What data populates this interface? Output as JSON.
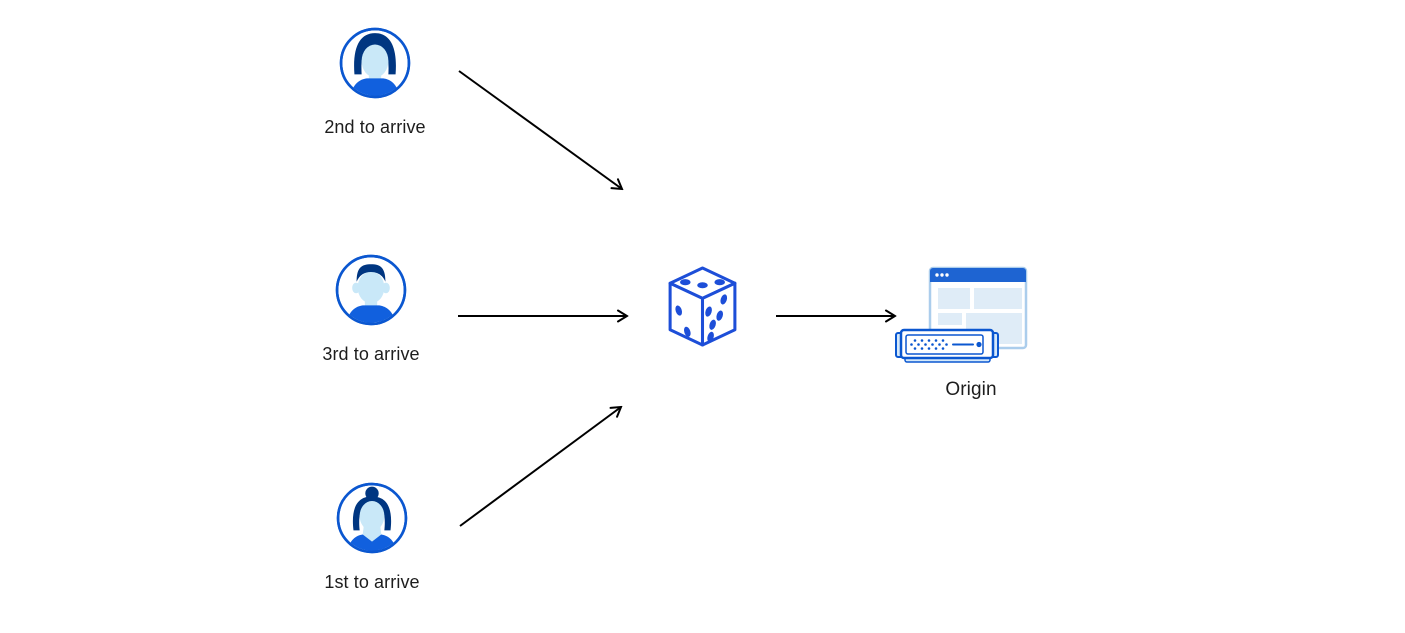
{
  "diagram": {
    "type": "flow-diagram",
    "description_of_pixels": "Three user avatars with arrival-order labels point via arrows to a dice (random selection), which points to an Origin server"
  },
  "palette": {
    "outline_blue": "#0b57d0",
    "hair_navy": "#003681",
    "face_light": "#c9e8f8",
    "shirt_blue": "#1160de",
    "dice_blue": "#1d4ed8",
    "window_header_blue": "#1e64d2",
    "window_border": "#abcdec",
    "panel_light": "#dfecf7",
    "server_light": "#d5e9fa",
    "arrow_color": "#000000",
    "text_color": "#1d1d1d"
  },
  "nodes": {
    "clients": [
      {
        "id": "client-2nd",
        "label": "2nd to arrive",
        "icon": "man-swept-hair-avatar-icon"
      },
      {
        "id": "client-3rd",
        "label": "3rd to arrive",
        "icon": "man-flat-hair-avatar-icon"
      },
      {
        "id": "client-1st",
        "label": "1st to arrive",
        "icon": "woman-bun-avatar-icon"
      }
    ],
    "router": {
      "id": "random-selector",
      "icon": "dice-icon"
    },
    "origin": {
      "id": "origin",
      "label": "Origin",
      "icon": "origin-server-browser-icon"
    }
  },
  "dice": {
    "top_face_pips": 3,
    "left_face_pips": 2,
    "right_face_pips": 5
  },
  "edges": [
    {
      "from": "client-2nd",
      "to": "random-selector"
    },
    {
      "from": "client-3rd",
      "to": "random-selector"
    },
    {
      "from": "client-1st",
      "to": "random-selector"
    },
    {
      "from": "random-selector",
      "to": "origin"
    }
  ]
}
